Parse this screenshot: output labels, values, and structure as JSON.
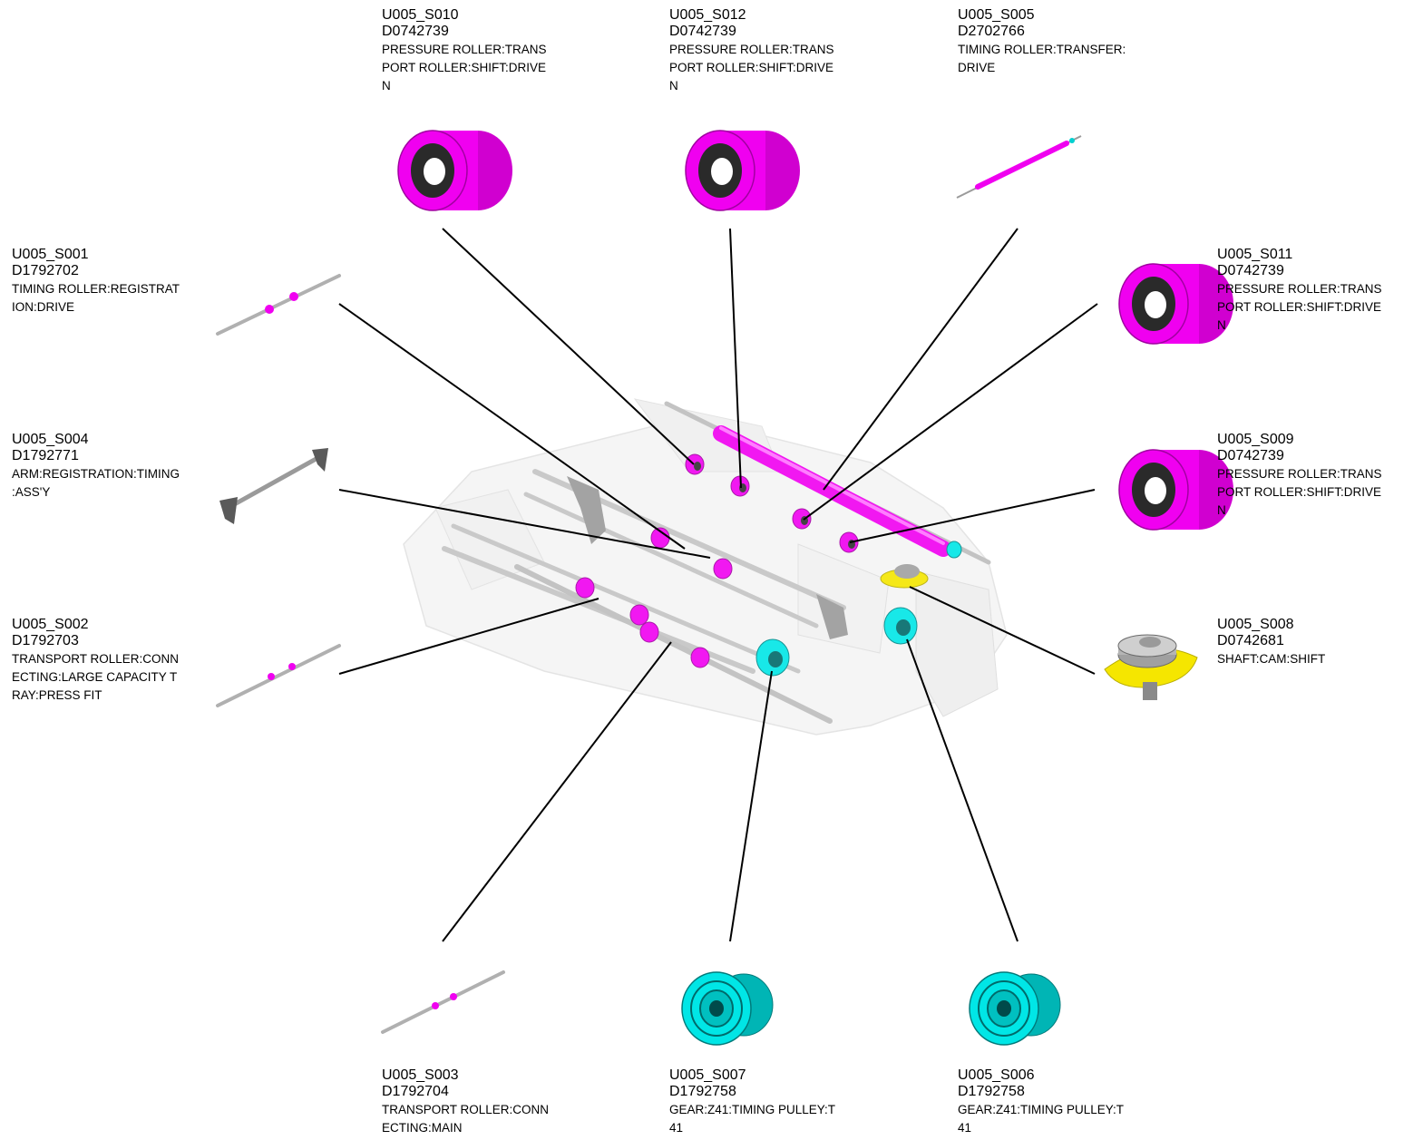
{
  "colors": {
    "magenta": "#f000f0",
    "magenta_dark": "#b000b0",
    "cyan": "#00e6e6",
    "cyan_dark": "#00a0a0",
    "yellow": "#f5e600",
    "gray": "#c8c8c8",
    "ghost": "#e6e6e6",
    "leader": "#000000"
  },
  "parts": [
    {
      "key": "s010",
      "id": "U005_S010",
      "number": "D0742739",
      "desc": "PRESSURE ROLLER:TRANS\nPORT ROLLER:SHIFT:DRIVE\nN",
      "icon": "pressure-roller-icon"
    },
    {
      "key": "s012",
      "id": "U005_S012",
      "number": "D0742739",
      "desc": "PRESSURE ROLLER:TRANS\nPORT ROLLER:SHIFT:DRIVE\nN",
      "icon": "pressure-roller-icon"
    },
    {
      "key": "s005",
      "id": "U005_S005",
      "number": "D2702766",
      "desc": "TIMING ROLLER:TRANSFER:\nDRIVE",
      "icon": "timing-roller-shaft-icon"
    },
    {
      "key": "s001",
      "id": "U005_S001",
      "number": "D1792702",
      "desc": "TIMING ROLLER:REGISTRAT\nION:DRIVE",
      "icon": "roller-shaft-icon"
    },
    {
      "key": "s011",
      "id": "U005_S011",
      "number": "D0742739",
      "desc": "PRESSURE ROLLER:TRANS\nPORT ROLLER:SHIFT:DRIVE\nN",
      "icon": "pressure-roller-icon"
    },
    {
      "key": "s004",
      "id": "U005_S004",
      "number": "D1792771",
      "desc": "ARM:REGISTRATION:TIMING\n:ASS'Y",
      "icon": "arm-assembly-icon"
    },
    {
      "key": "s009",
      "id": "U005_S009",
      "number": "D0742739",
      "desc": "PRESSURE ROLLER:TRANS\nPORT ROLLER:SHIFT:DRIVE\nN",
      "icon": "pressure-roller-icon"
    },
    {
      "key": "s002",
      "id": "U005_S002",
      "number": "D1792703",
      "desc": "TRANSPORT ROLLER:CONN\nECTING:LARGE CAPACITY T\nRAY:PRESS FIT",
      "icon": "roller-shaft-icon"
    },
    {
      "key": "s008",
      "id": "U005_S008",
      "number": "D0742681",
      "desc": "SHAFT:CAM:SHIFT",
      "icon": "cam-shaft-icon"
    },
    {
      "key": "s003",
      "id": "U005_S003",
      "number": "D1792704",
      "desc": "TRANSPORT ROLLER:CONN\nECTING:MAIN",
      "icon": "roller-shaft-icon"
    },
    {
      "key": "s007",
      "id": "U005_S007",
      "number": "D1792758",
      "desc": "GEAR:Z41:TIMING PULLEY:T\n41",
      "icon": "timing-pulley-gear-icon"
    },
    {
      "key": "s006",
      "id": "U005_S006",
      "number": "D1792758",
      "desc": "GEAR:Z41:TIMING PULLEY:T\n41",
      "icon": "timing-pulley-gear-icon"
    }
  ]
}
